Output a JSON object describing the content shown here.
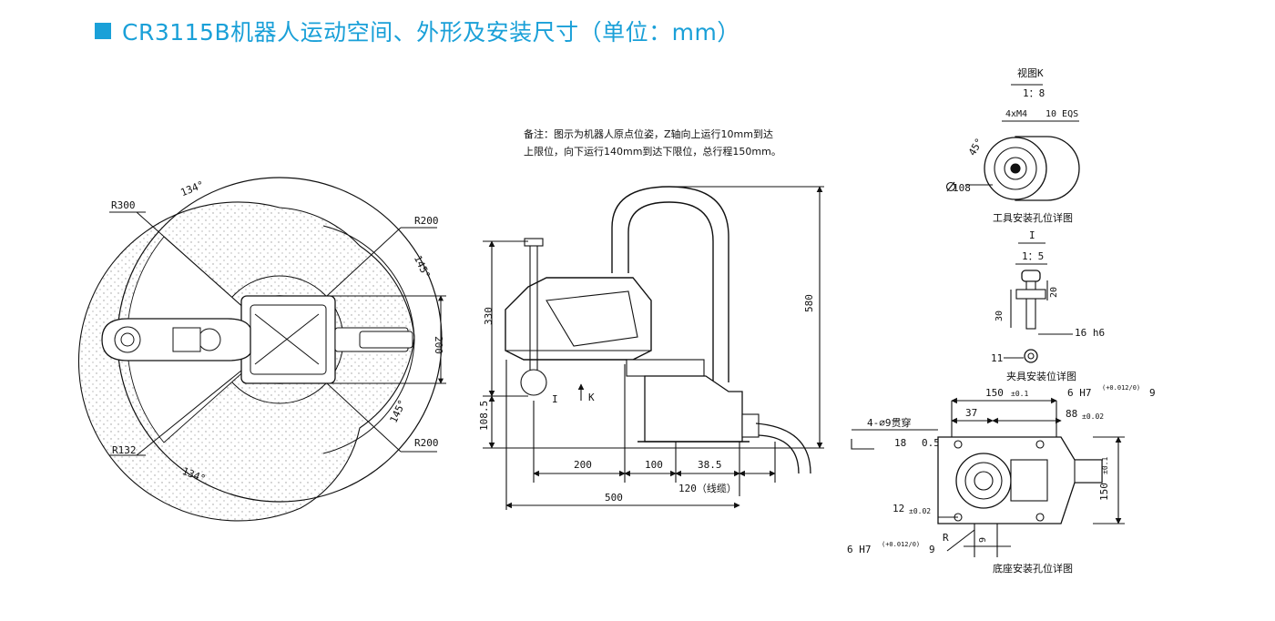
{
  "title": "CR3115B机器人运动空间、外形及安装尺寸（单位：mm）",
  "accent_color": "#1aa0d8",
  "top_view": {
    "r300": "R300",
    "r200_top": "R200",
    "r200_bottom": "R200",
    "r132": "R132",
    "angle_134_top": "134°",
    "angle_134_bottom": "134°",
    "angle_145_top": "145°",
    "angle_145_bottom": "145°",
    "dim_200": "200"
  },
  "side_view": {
    "note_line1": "备注：图示为机器人原点位姿，Z轴向上运行10mm到达",
    "note_line2": "上限位，向下运行140mm到达下限位，总行程150mm。",
    "dim_330": "330",
    "dim_580": "580",
    "dim_108_5": "108.5",
    "dim_200": "200",
    "dim_100": "100",
    "dim_38_5": "38.5",
    "dim_120": "120（线缆）",
    "dim_500": "500",
    "label_i": "I",
    "label_k": "K"
  },
  "view_k": {
    "title": "视图K",
    "scale": "1：8",
    "spec": "4xM4",
    "spec_depth": "10 EQS",
    "angle": "45°",
    "diameter": "108"
  },
  "tool_hole": {
    "title": "工具安装孔位详图",
    "label": "I",
    "scale": "1：5",
    "dim_20": "20",
    "dim_30": "30",
    "dim_16": "16 h6",
    "dim_11": "11"
  },
  "base": {
    "fixture_title": "夹具安装位详图",
    "dim_150_top": "150",
    "tol_150_top": "±0.1",
    "hole_top": "6 H7",
    "hole_top_tol": "(+0.012/0)",
    "hole_top_depth": "9",
    "dim_37": "37",
    "dim_88": "88",
    "tol_88": "±0.02",
    "through_hole": "4-∅9贯穿",
    "counterbore": "18",
    "counterbore_depth": "0.5",
    "dim_150_side": "150",
    "tol_150_side": "±0.1",
    "dim_12": "12",
    "tol_12": "±0.02",
    "hole_bottom": "6 H7",
    "hole_bottom_tol": "(+0.012/0)",
    "hole_bottom_depth": "9",
    "label_r": "R",
    "dim_9": "9",
    "bottom_title": "底座安装孔位详图"
  }
}
